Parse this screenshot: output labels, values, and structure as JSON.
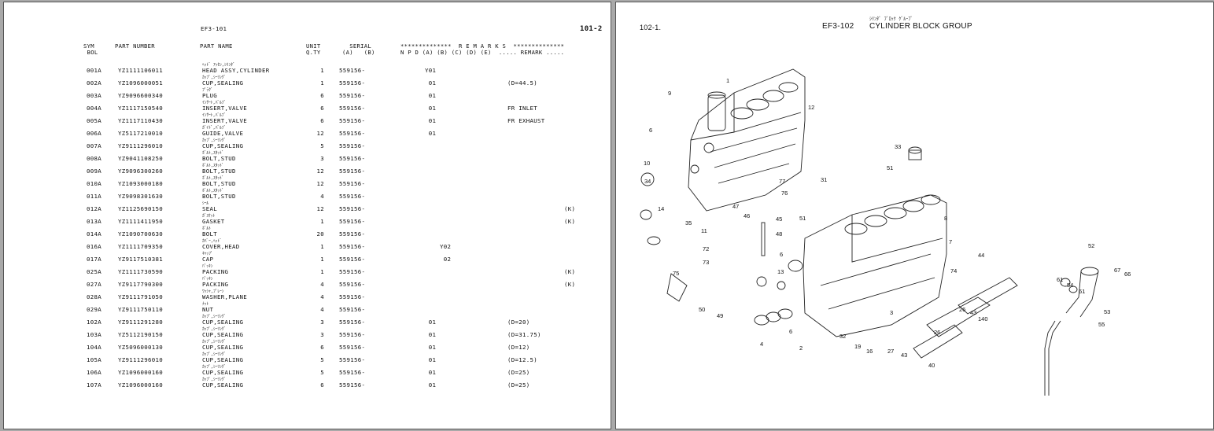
{
  "left_page": {
    "doc_code": "EF3-101",
    "page_number": "101-2",
    "columns": {
      "symbol": "SYM\n BOL",
      "part_number": "PART NUMBER",
      "part_name": "PART NAME",
      "unit_qty": "UNIT\nQ.TY",
      "serial": "  SERIAL\n(A)   (B)",
      "remarks_header": "**************  R E M A R K S  **************",
      "remarks_sub": "N P D (A) (B) (C) (D) (E)  ..... REMARK ....."
    },
    "rows": [
      {
        "sym": "001A",
        "pn": "YZ1111106011",
        "kana": "ﾍｯﾄﾞ ｱｯｾﾝ,ｼﾘﾝﾀﾞ",
        "name": "HEAD ASSY,CYLINDER",
        "qty": "1",
        "serial": "559156-",
        "npd": "Y01",
        "remark": "",
        "k": ""
      },
      {
        "sym": "002A",
        "pn": "YZ1096000051",
        "kana": "ｶｯﾌﾟ,ｼｰﾘﾝｸﾞ",
        "name": "CUP,SEALING",
        "qty": "1",
        "serial": "559156-",
        "npd": " 01",
        "remark": "(D=44.5)",
        "k": ""
      },
      {
        "sym": "003A",
        "pn": "YZ9096600340",
        "kana": "ﾌﾟﾗｸﾞ",
        "name": "PLUG",
        "qty": "6",
        "serial": "559156-",
        "npd": " 01",
        "remark": "",
        "k": ""
      },
      {
        "sym": "004A",
        "pn": "YZ1117150540",
        "kana": "ｲﾝｻｰﾄ,ﾊﾞﾙﾌﾞ",
        "name": "INSERT,VALVE",
        "qty": "6",
        "serial": "559156-",
        "npd": " 01",
        "remark": "FR INLET",
        "k": ""
      },
      {
        "sym": "005A",
        "pn": "YZ1117110430",
        "kana": "ｲﾝｻｰﾄ,ﾊﾞﾙﾌﾞ",
        "name": "INSERT,VALVE",
        "qty": "6",
        "serial": "559156-",
        "npd": " 01",
        "remark": "FR EXHAUST",
        "k": ""
      },
      {
        "sym": "006A",
        "pn": "YZ5117210010",
        "kana": "ｶﾞｲﾄﾞ,ﾊﾞﾙﾌﾞ",
        "name": "GUIDE,VALVE",
        "qty": "12",
        "serial": "559156-",
        "npd": " 01",
        "remark": "",
        "k": ""
      },
      {
        "sym": "007A",
        "pn": "YZ9111296010",
        "kana": "ｶｯﾌﾟ,ｼｰﾘﾝｸﾞ",
        "name": "CUP,SEALING",
        "qty": "5",
        "serial": "559156-",
        "npd": "",
        "remark": "",
        "k": ""
      },
      {
        "sym": "008A",
        "pn": "YZ9041108250",
        "kana": "ﾎﾞﾙﾄ,ｽﾀｯﾄﾞ",
        "name": "BOLT,STUD",
        "qty": "3",
        "serial": "559156-",
        "npd": "",
        "remark": "",
        "k": ""
      },
      {
        "sym": "009A",
        "pn": "YZ9096300260",
        "kana": "ﾎﾞﾙﾄ,ｽﾀｯﾄﾞ",
        "name": "BOLT,STUD",
        "qty": "12",
        "serial": "559156-",
        "npd": "",
        "remark": "",
        "k": ""
      },
      {
        "sym": "010A",
        "pn": "YZ1093000180",
        "kana": "ﾎﾞﾙﾄ,ｽﾀｯﾄﾞ",
        "name": "BOLT,STUD",
        "qty": "12",
        "serial": "559156-",
        "npd": "",
        "remark": "",
        "k": ""
      },
      {
        "sym": "011A",
        "pn": "YZ9098301630",
        "kana": "ﾎﾞﾙﾄ,ｽﾀｯﾄﾞ",
        "name": "BOLT,STUD",
        "qty": "4",
        "serial": "559156-",
        "npd": "",
        "remark": "",
        "k": ""
      },
      {
        "sym": "012A",
        "pn": "YZ1125690150",
        "kana": "ｼｰﾙ",
        "name": "SEAL",
        "qty": "12",
        "serial": "559156-",
        "npd": "",
        "remark": "",
        "k": "(K)"
      },
      {
        "sym": "013A",
        "pn": "YZ1111411950",
        "kana": "ｶﾞｽｹｯﾄ",
        "name": "GASKET",
        "qty": "1",
        "serial": "559156-",
        "npd": "",
        "remark": "",
        "k": "(K)"
      },
      {
        "sym": "014A",
        "pn": "YZ1090700630",
        "kana": "ﾎﾞﾙﾄ",
        "name": "BOLT",
        "qty": "20",
        "serial": "559156-",
        "npd": "",
        "remark": "",
        "k": ""
      },
      {
        "sym": "016A",
        "pn": "YZ1111709350",
        "kana": "ｶﾊﾞｰ,ﾍｯﾄﾞ",
        "name": "COVER,HEAD",
        "qty": "1",
        "serial": "559156-",
        "npd": "    Y02",
        "remark": "",
        "k": ""
      },
      {
        "sym": "017A",
        "pn": "YZ9117510381",
        "kana": "ｷｬｯﾌﾟ",
        "name": "CAP",
        "qty": "1",
        "serial": "559156-",
        "npd": "     02",
        "remark": "",
        "k": ""
      },
      {
        "sym": "025A",
        "pn": "YZ1111730590",
        "kana": "ﾊﾟｯｷﾝ",
        "name": "PACKING",
        "qty": "1",
        "serial": "559156-",
        "npd": "",
        "remark": "",
        "k": "(K)"
      },
      {
        "sym": "027A",
        "pn": "YZ9117790300",
        "kana": "ﾊﾟｯｷﾝ",
        "name": "PACKING",
        "qty": "4",
        "serial": "559156-",
        "npd": "",
        "remark": "",
        "k": "(K)"
      },
      {
        "sym": "028A",
        "pn": "YZ9111791050",
        "kana": "ﾜｯｼｬ,ﾌﾟﾚｰﾝ",
        "name": "WASHER,PLANE",
        "qty": "4",
        "serial": "559156-",
        "npd": "",
        "remark": "",
        "k": ""
      },
      {
        "sym": "029A",
        "pn": "YZ9111750110",
        "kana": "ﾅｯﾄ",
        "name": "NUT",
        "qty": "4",
        "serial": "559156-",
        "npd": "",
        "remark": "",
        "k": ""
      },
      {
        "sym": "102A",
        "pn": "YZ9111291280",
        "kana": "ｶｯﾌﾟ,ｼｰﾘﾝｸﾞ",
        "name": "CUP,SEALING",
        "qty": "3",
        "serial": "559156-",
        "npd": " 01",
        "remark": "(D=20)",
        "k": ""
      },
      {
        "sym": "103A",
        "pn": "YZ5112190150",
        "kana": "ｶｯﾌﾟ,ｼｰﾘﾝｸﾞ",
        "name": "CUP,SEALING",
        "qty": "3",
        "serial": "559156-",
        "npd": " 01",
        "remark": "(D=31.75)",
        "k": ""
      },
      {
        "sym": "104A",
        "pn": "YZ5096000130",
        "kana": "ｶｯﾌﾟ,ｼｰﾘﾝｸﾞ",
        "name": "CUP,SEALING",
        "qty": "6",
        "serial": "559156-",
        "npd": " 01",
        "remark": "(D=12)",
        "k": ""
      },
      {
        "sym": "105A",
        "pn": "YZ9111296010",
        "kana": "ｶｯﾌﾟ,ｼｰﾘﾝｸﾞ",
        "name": "CUP,SEALING",
        "qty": "5",
        "serial": "559156-",
        "npd": " 01",
        "remark": "(D=12.5)",
        "k": ""
      },
      {
        "sym": "106A",
        "pn": "YZ1096000160",
        "kana": "ｶｯﾌﾟ,ｼｰﾘﾝｸﾞ",
        "name": "CUP,SEALING",
        "qty": "5",
        "serial": "559156-",
        "npd": " 01",
        "remark": "(D=25)",
        "k": ""
      },
      {
        "sym": "107A",
        "pn": "YZ1096000160",
        "kana": "ｶｯﾌﾟ,ｼｰﾘﾝｸﾞ",
        "name": "CUP,SEALING",
        "qty": "6",
        "serial": "559156-",
        "npd": " 01",
        "remark": "(D=25)",
        "k": ""
      }
    ]
  },
  "right_page": {
    "page_number": "102-1.",
    "doc_code": "EF3-102",
    "title_kana": "ｼﾘﾝﾀﾞ ﾌﾞﾛｯｸ ｸﾞﾙｰﾌﾟ",
    "title": "CYLINDER BLOCK GROUP",
    "callouts": [
      "1",
      "9",
      "12",
      "6",
      "10",
      "34",
      "14",
      "35",
      "11",
      "77",
      "76",
      "31",
      "47",
      "46",
      "45",
      "48",
      "33",
      "51",
      "51",
      "8",
      "7",
      "74",
      "72",
      "73",
      "75",
      "50",
      "49",
      "6",
      "13",
      "4",
      "6",
      "2",
      "32",
      "3",
      "19",
      "16",
      "27",
      "43",
      "40",
      "26",
      "26",
      "43",
      "140",
      "44",
      "61",
      "54",
      "61",
      "52",
      "67",
      "66",
      "53",
      "55"
    ]
  }
}
